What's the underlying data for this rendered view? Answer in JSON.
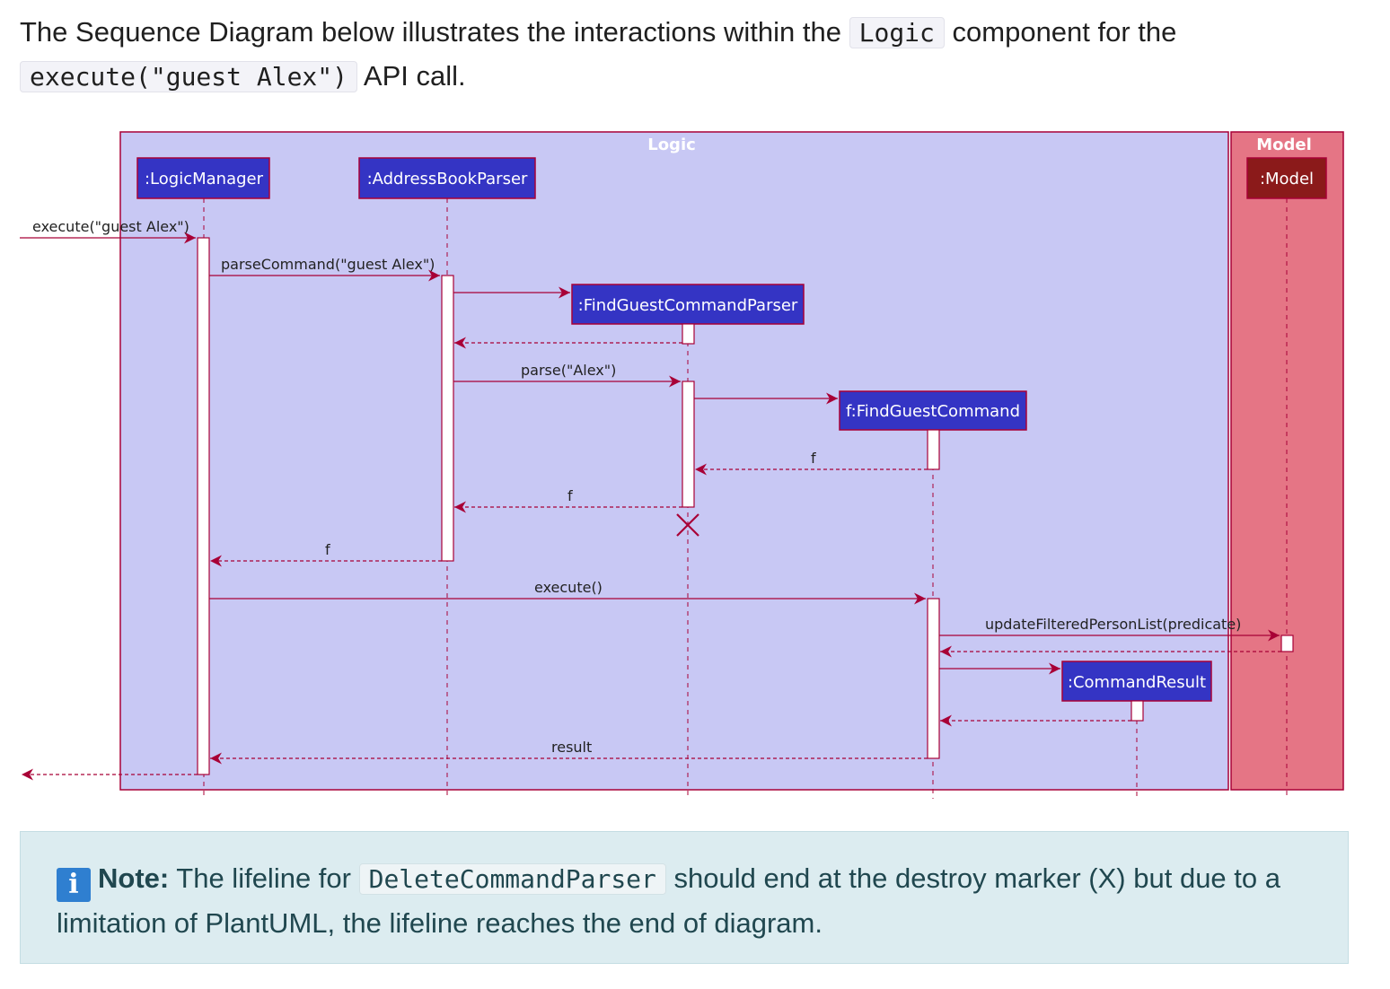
{
  "intro": {
    "before": "The Sequence Diagram below illustrates the interactions within the ",
    "code1": "Logic",
    "middle": " component for the ",
    "code2": "execute(\"guest Alex\")",
    "after": " API call."
  },
  "diagram": {
    "boxes": {
      "logic_title": "Logic",
      "model_title": "Model"
    },
    "participants": {
      "logic_manager": ":LogicManager",
      "address_book_parser": ":AddressBookParser",
      "find_guest_command_parser": ":FindGuestCommandParser",
      "find_guest_command": "f:FindGuestCommand",
      "command_result": ":CommandResult",
      "model": ":Model"
    },
    "messages": {
      "execute_guest_alex": "execute(\"guest Alex\")",
      "parse_command": "parseCommand(\"guest Alex\")",
      "parse_alex": "parse(\"Alex\")",
      "return_f_1": "f",
      "return_f_2": "f",
      "return_f_3": "f",
      "execute": "execute()",
      "update_filtered": "updateFilteredPersonList(predicate)",
      "result": "result"
    },
    "destroy_marker": "X",
    "colors": {
      "logic_box": "#c8c8f4",
      "model_box": "#e57585",
      "border": "#a80036",
      "participant": "#3434c4",
      "model_participant": "#8b1a1a"
    }
  },
  "note": {
    "icon": "info-icon",
    "label": "Note:",
    "before": " The lifeline for ",
    "code": "DeleteCommandParser",
    "after": " should end at the destroy marker (X) but due to a limitation of PlantUML, the lifeline reaches the end of diagram."
  }
}
